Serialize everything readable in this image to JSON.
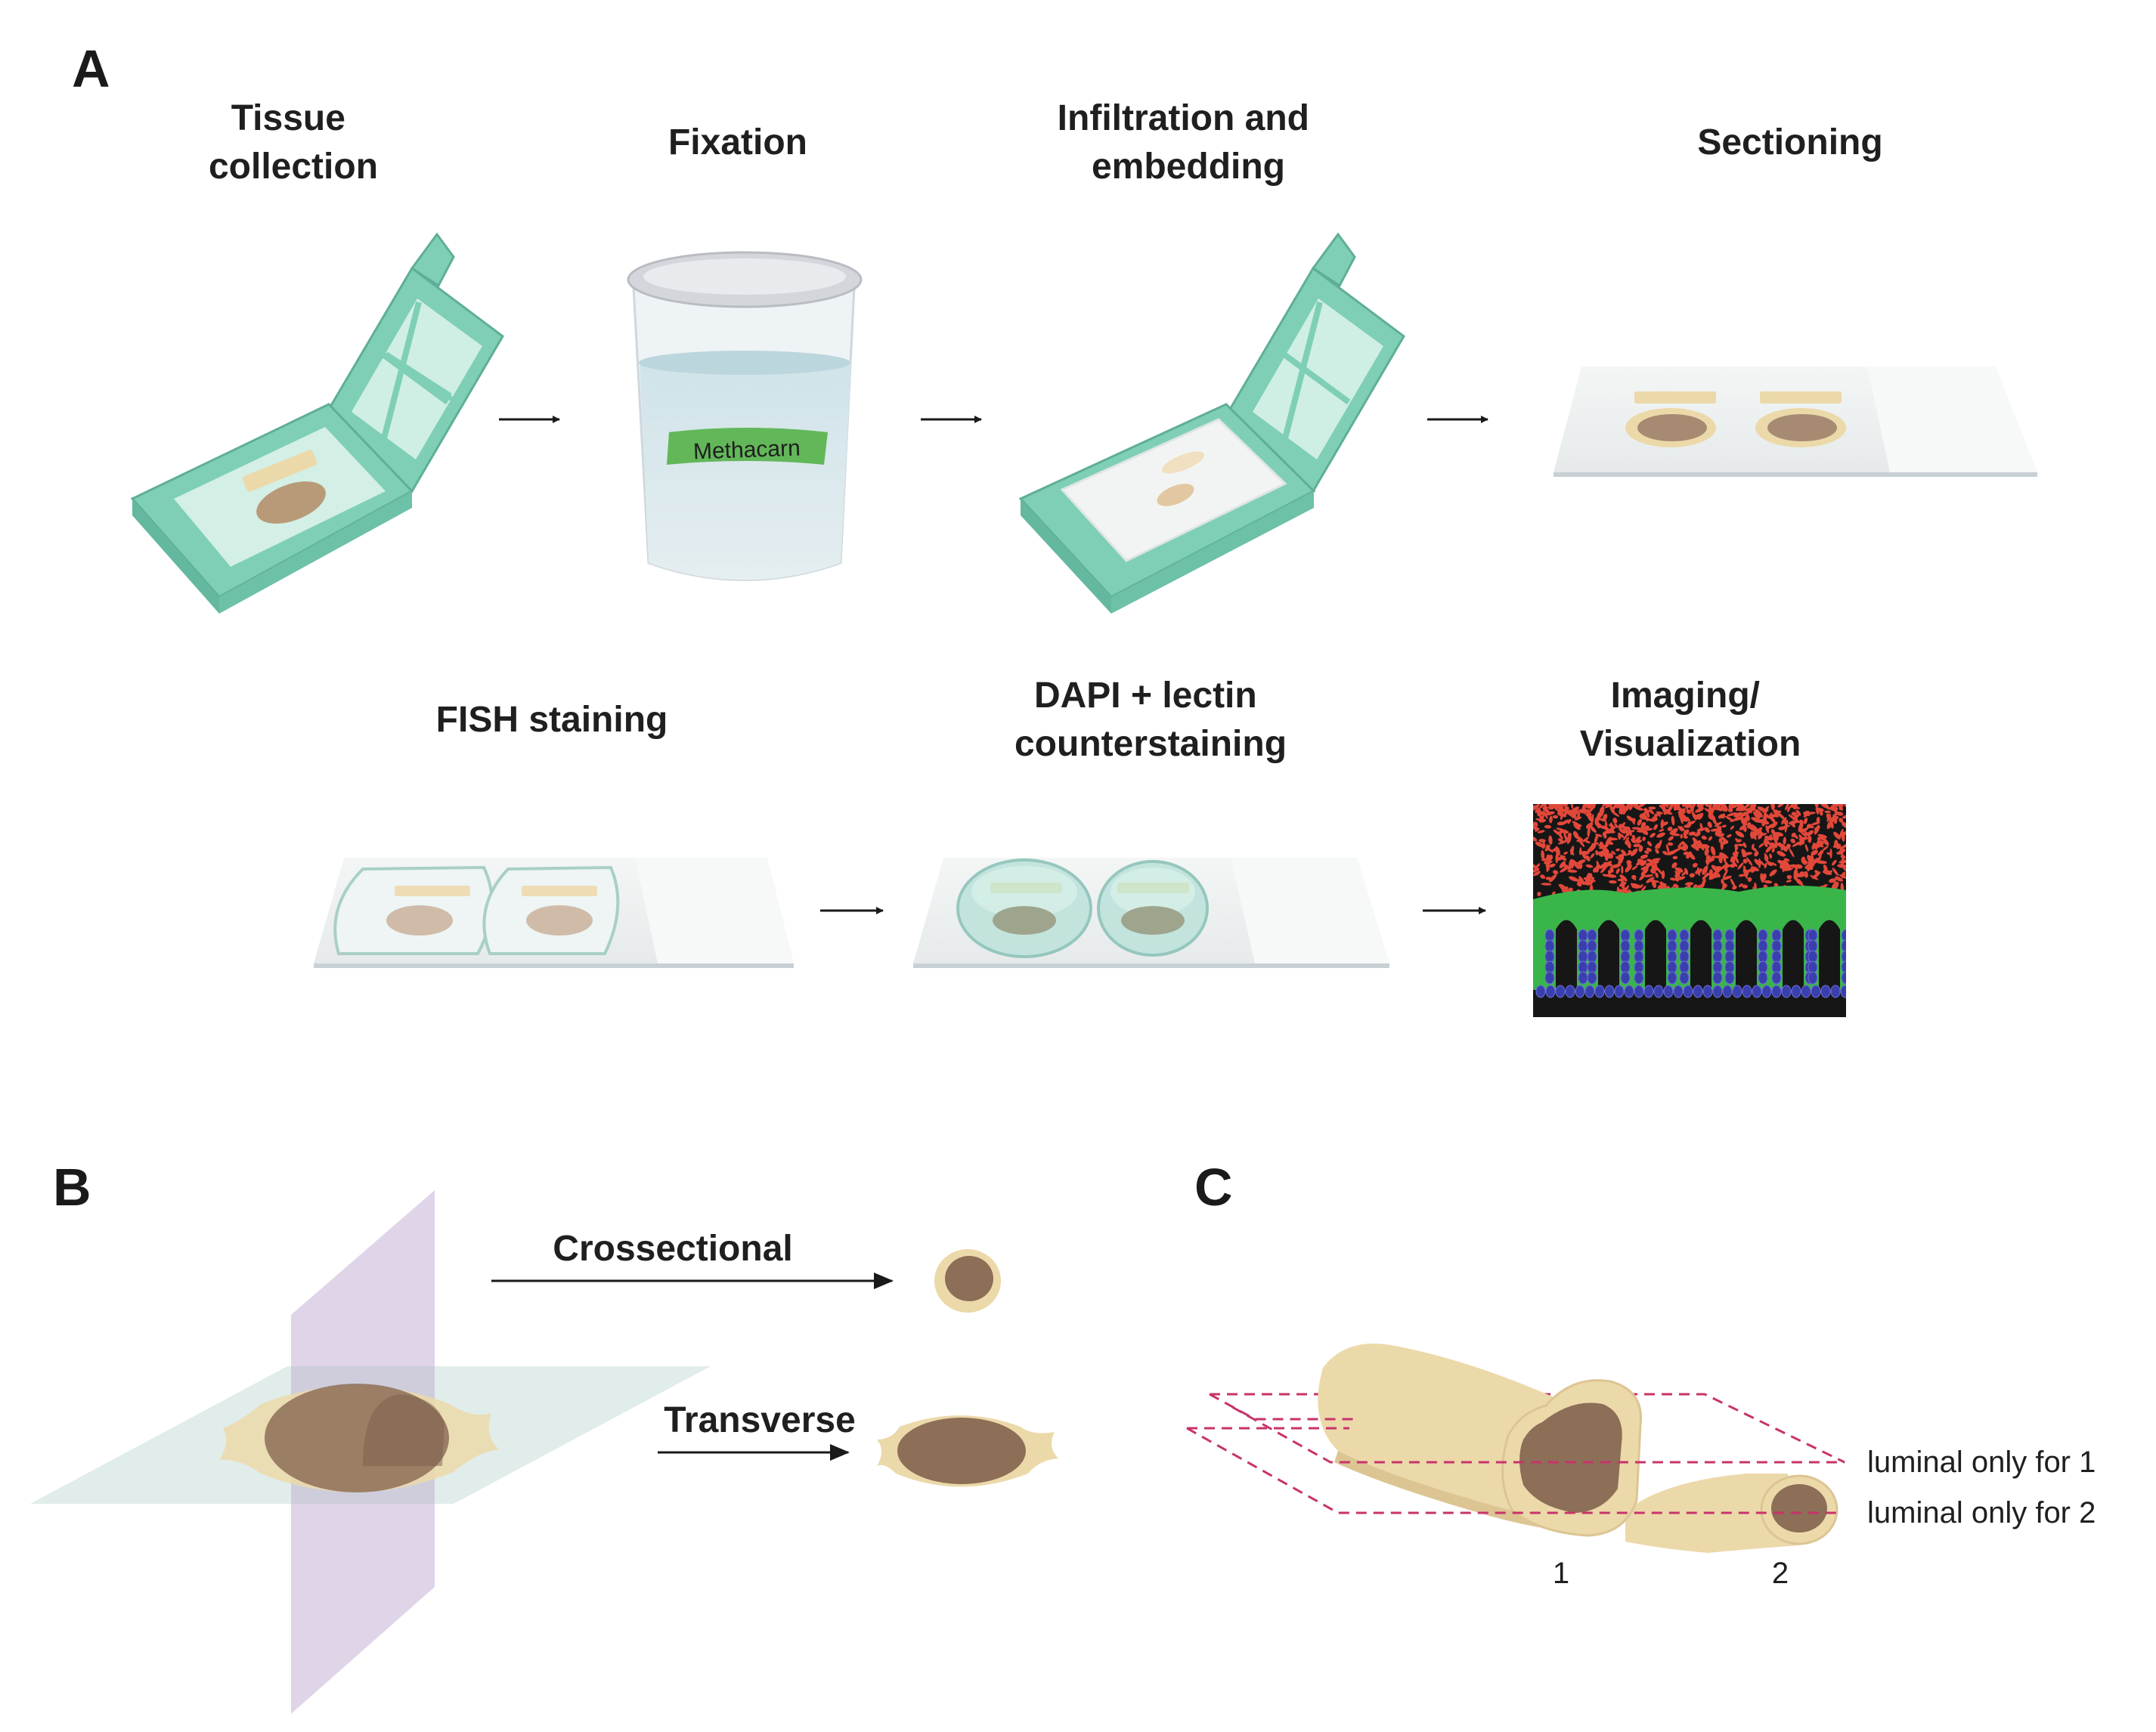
{
  "panels": {
    "a": "A",
    "b": "B",
    "c": "C"
  },
  "steps": {
    "tissue_collection": [
      "Tissue",
      "collection"
    ],
    "fixation": [
      "Fixation"
    ],
    "infiltration": [
      "Infiltration and",
      "embedding"
    ],
    "sectioning": [
      "Sectioning"
    ],
    "fish": [
      "FISH staining"
    ],
    "counterstaining": [
      "DAPI + lectin",
      "counterstaining"
    ],
    "imaging": [
      "Imaging/",
      "Visualization"
    ]
  },
  "container_label": "Methacarn",
  "planes": {
    "crossectional": "Crossectional",
    "transverse": "Transverse"
  },
  "panel_c": {
    "luminal_1": "luminal only for 1",
    "luminal_2": "luminal only for 2",
    "num_1": "1",
    "num_2": "2"
  },
  "colors": {
    "cassette": "#7fcfb7",
    "tissue_tan": "#ecd9a9",
    "lumen_brown": "#8d6e57",
    "methacarn_green": "#62b759",
    "dashed_red": "#c8336b",
    "fish_red": "#e2483a",
    "lectin_green": "#3ab54a",
    "dapi_blue": "#3a3fae"
  }
}
